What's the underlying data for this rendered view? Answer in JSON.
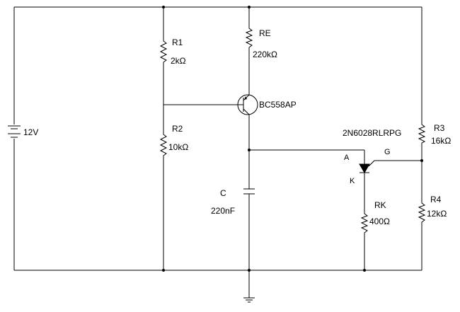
{
  "diagram": {
    "battery": {
      "value": "12V"
    },
    "R1": {
      "name": "R1",
      "value": "2kΩ"
    },
    "R2": {
      "name": "R2",
      "value": "10kΩ"
    },
    "RE": {
      "name": "RE",
      "value": "220kΩ"
    },
    "Q1": {
      "part": "BC558AP"
    },
    "C": {
      "name": "C",
      "value": "220nF"
    },
    "SCR": {
      "part": "2N6028RLRPG",
      "pin_anode": "A",
      "pin_cathode": "K",
      "pin_gate": "G"
    },
    "RK": {
      "name": "RK",
      "value": "400Ω"
    },
    "R3": {
      "name": "R3",
      "value": "16kΩ"
    },
    "R4": {
      "name": "R4",
      "value": "12kΩ"
    }
  }
}
